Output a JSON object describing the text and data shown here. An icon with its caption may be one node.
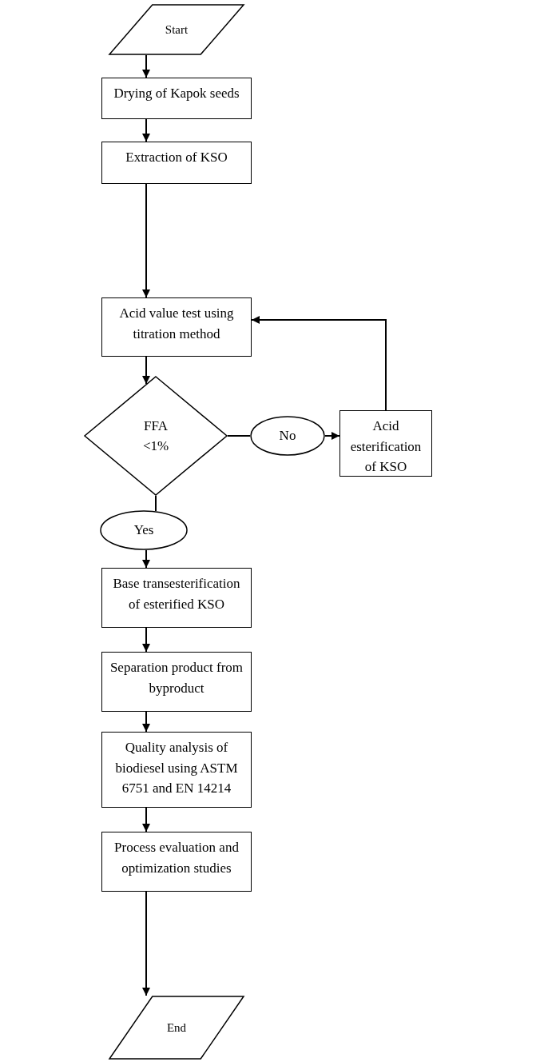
{
  "diagram": {
    "nodes": [
      {
        "text": [
          "Start"
        ]
      },
      {
        "text": [
          "Drying of Kapok seeds"
        ]
      },
      {
        "text": [
          "Extraction of KSO"
        ]
      },
      {
        "text": [
          "Acid value test using titration method"
        ]
      },
      {
        "text": [
          "FFA <1%"
        ]
      },
      {
        "text": [
          "No"
        ]
      },
      {
        "text": [
          "Acid esterification of KSO"
        ]
      },
      {
        "text": [
          "Yes"
        ]
      },
      {
        "text": [
          "Base transesterification of esterified KSO"
        ]
      },
      {
        "text": [
          "Separation product from byproduct"
        ]
      },
      {
        "text": [
          "Quality analysis of biodiesel using ASTM 6751 and EN 14214"
        ]
      },
      {
        "text": [
          "Process evaluation and optimization studies"
        ]
      },
      {
        "text": [
          "End"
        ]
      }
    ],
    "edges": [
      {
        "from": 0,
        "to": 1,
        "arrow": "to"
      },
      {
        "from": 1,
        "to": 2,
        "arrow": "to"
      },
      {
        "from": 2,
        "to": 3,
        "arrow": "to"
      },
      {
        "from": 3,
        "to": 4,
        "arrow": "to"
      },
      {
        "from": 4,
        "to": 5,
        "arrow": "none"
      },
      {
        "from": 5,
        "to": 6,
        "arrow": "to"
      },
      {
        "from": 6,
        "to": 3,
        "arrow": "to"
      },
      {
        "from": 4,
        "to": 7,
        "arrow": "none"
      },
      {
        "from": 7,
        "to": 8,
        "arrow": "to"
      },
      {
        "from": 8,
        "to": 9,
        "arrow": "to"
      },
      {
        "from": 9,
        "to": 10,
        "arrow": "to"
      },
      {
        "from": 10,
        "to": 11,
        "arrow": "to"
      },
      {
        "from": 11,
        "to": 12,
        "arrow": "to"
      }
    ]
  }
}
